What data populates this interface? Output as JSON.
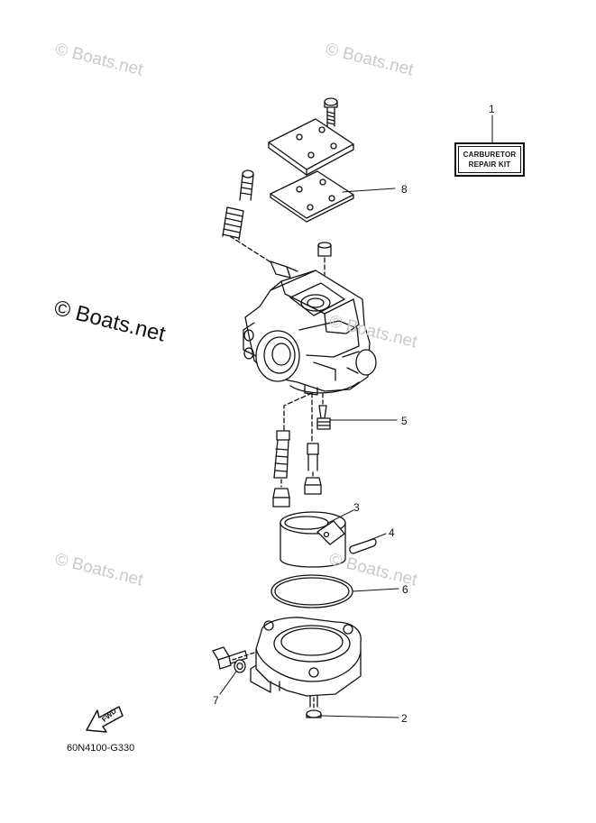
{
  "watermark_text": "© Boats.net",
  "kit_label": {
    "line1": "CARBURETOR",
    "line2": "REPAIR KIT"
  },
  "callouts": [
    "1",
    "2",
    "3",
    "4",
    "5",
    "6",
    "7",
    "8"
  ],
  "fwd_label": "FWD",
  "part_number": "60N4100-G330"
}
